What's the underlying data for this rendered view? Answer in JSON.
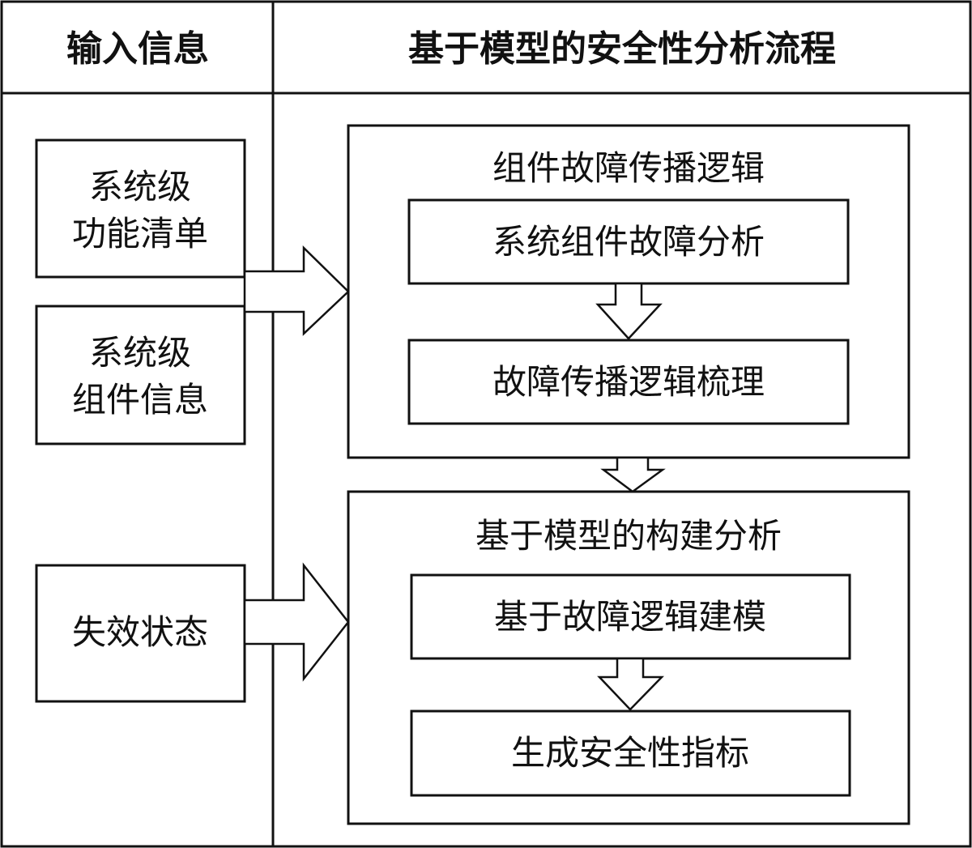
{
  "header": {
    "input_title": "输入信息",
    "process_title": "基于模型的安全性分析流程"
  },
  "inputs": [
    {
      "lines": [
        "系统级",
        "功能清单"
      ]
    },
    {
      "lines": [
        "系统级",
        "组件信息"
      ]
    },
    {
      "lines": [
        "失效状态"
      ]
    }
  ],
  "groups": [
    {
      "title": "组件故障传播逻辑",
      "steps": [
        "系统组件故障分析",
        "故障传播逻辑梳理"
      ]
    },
    {
      "title": "基于模型的构建分析",
      "steps": [
        "基于故障逻辑建模",
        "生成安全性指标"
      ]
    }
  ]
}
